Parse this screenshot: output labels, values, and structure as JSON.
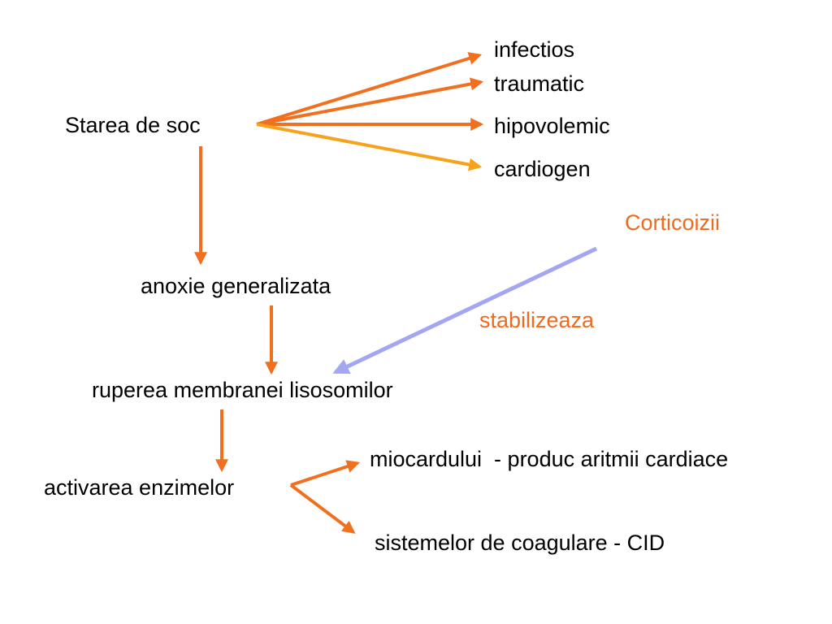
{
  "colors": {
    "text": "#000000",
    "accent_text": "#ee6a1e",
    "arrow_orange": "#f07020",
    "arrow_light_orange": "#f7a21a",
    "arrow_lavender": "#a3a6f0"
  },
  "nodes": {
    "starea_de_soc": "Starea de soc",
    "infectios": "infectios",
    "traumatic": "traumatic",
    "hipovolemic": "hipovolemic",
    "cardiogen": "cardiogen",
    "corticoizii": "Corticoizii",
    "stabilizeaza": "stabilizeaza",
    "anoxie": "anoxie generalizata",
    "ruperea": "ruperea membranei lisosomilor",
    "activarea": "activarea enzimelor",
    "miocardului": "miocardului  - produc aritmii cardiace",
    "sistemelor": "sistemelor de coagulare - CID"
  }
}
